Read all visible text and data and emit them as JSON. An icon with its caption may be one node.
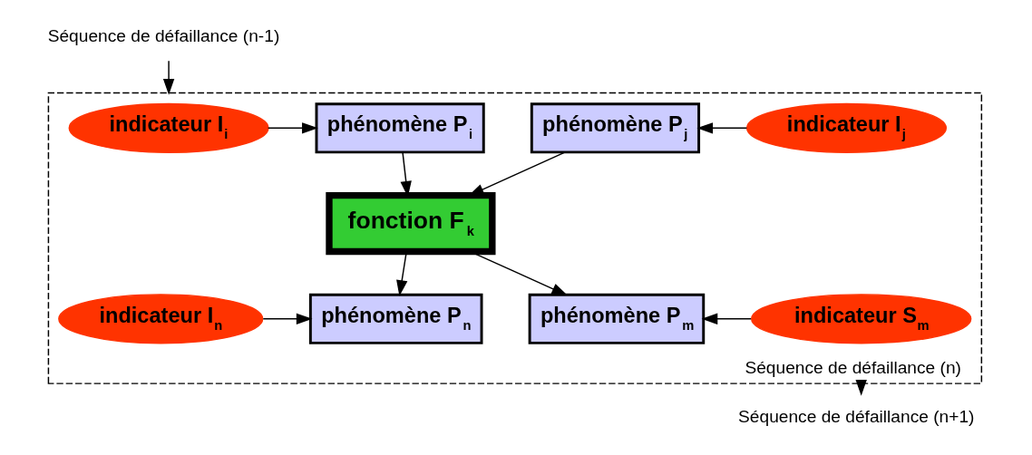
{
  "diagram": {
    "nodes": [
      {
        "text": [
          "Séquence de défaillance (n-1)"
        ]
      },
      {
        "text": [
          "Séquence de défaillance (n)"
        ]
      },
      {
        "text": [
          "indicateur I$_{i}$"
        ],
        "in": 1
      },
      {
        "text": [
          "phénomène P$_{i}$"
        ],
        "in": 1
      },
      {
        "text": [
          "phénomène P$_{j}$"
        ],
        "in": 1
      },
      {
        "text": [
          "indicateur I$_{j}$"
        ],
        "in": 1
      },
      {
        "text": [
          "fonction F$_{k}$"
        ],
        "in": 1
      },
      {
        "text": [
          "indicateur I$_{n}$"
        ],
        "in": 1
      },
      {
        "text": [
          "phénomène P$_{n}$"
        ],
        "in": 1
      },
      {
        "text": [
          "phénomène P$_{m}$"
        ],
        "in": 1
      },
      {
        "text": [
          "indicateur S$_{m}$"
        ],
        "in": 1
      },
      {
        "text": [
          "Séquence de défaillance (n+1)"
        ]
      }
    ],
    "edges": [
      {
        "from": 0,
        "to": 1,
        "arrow": "to"
      },
      {
        "from": 2,
        "to": 3,
        "arrow": "to"
      },
      {
        "from": 5,
        "to": 4,
        "arrow": "to"
      },
      {
        "from": 3,
        "to": 6,
        "arrow": "to"
      },
      {
        "from": 4,
        "to": 6,
        "arrow": "to"
      },
      {
        "from": 6,
        "to": 8,
        "arrow": "to"
      },
      {
        "from": 6,
        "to": 9,
        "arrow": "to"
      },
      {
        "from": 7,
        "to": 8,
        "arrow": "to"
      },
      {
        "from": 10,
        "to": 9,
        "arrow": "to"
      },
      {
        "from": 1,
        "to": 11,
        "arrow": "to"
      }
    ]
  }
}
